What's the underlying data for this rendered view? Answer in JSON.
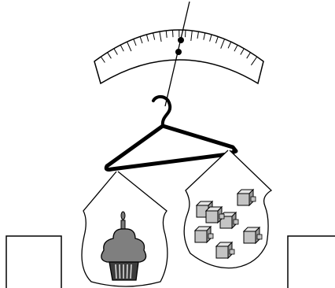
{
  "figure": {
    "subject": "hanger-balance",
    "scale": {
      "kind": "arc-scale",
      "tick_count": 25
    },
    "left_bag": {
      "item": "cupcake-icon",
      "count": 1
    },
    "right_bag": {
      "item": "cube-icon",
      "count": 7
    },
    "colors": {
      "line": "#000000",
      "cupcake_frosting": "#7f7f7f",
      "cupcake_wrapper": "#3c3c3c",
      "cube_fill": "#c4c4c4"
    }
  }
}
